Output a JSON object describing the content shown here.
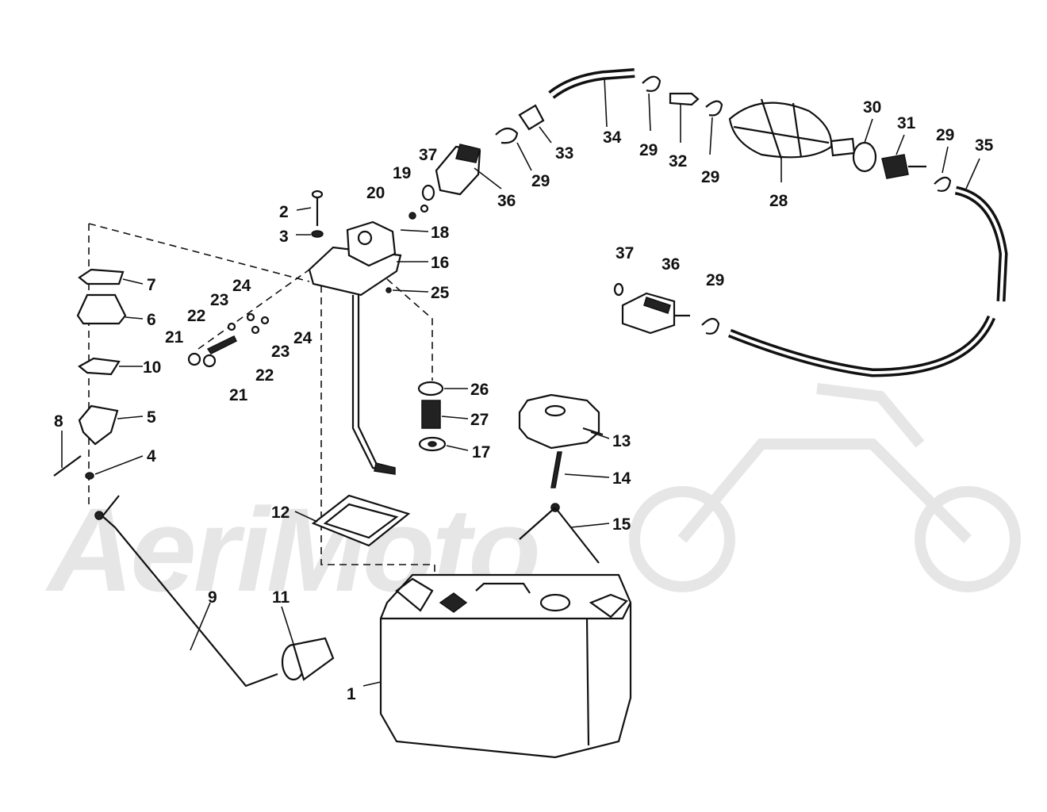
{
  "watermark": {
    "text": "AeriMoto"
  },
  "callouts": [
    {
      "num": "1"
    },
    {
      "num": "2"
    },
    {
      "num": "3"
    },
    {
      "num": "4"
    },
    {
      "num": "5"
    },
    {
      "num": "6"
    },
    {
      "num": "7"
    },
    {
      "num": "8"
    },
    {
      "num": "9"
    },
    {
      "num": "10"
    },
    {
      "num": "11"
    },
    {
      "num": "12"
    },
    {
      "num": "13"
    },
    {
      "num": "14"
    },
    {
      "num": "15"
    },
    {
      "num": "16"
    },
    {
      "num": "17"
    },
    {
      "num": "18"
    },
    {
      "num": "19"
    },
    {
      "num": "20"
    },
    {
      "num": "21"
    },
    {
      "num": "21"
    },
    {
      "num": "22"
    },
    {
      "num": "22"
    },
    {
      "num": "23"
    },
    {
      "num": "23"
    },
    {
      "num": "24"
    },
    {
      "num": "24"
    },
    {
      "num": "25"
    },
    {
      "num": "26"
    },
    {
      "num": "27"
    },
    {
      "num": "28"
    },
    {
      "num": "29"
    },
    {
      "num": "29"
    },
    {
      "num": "29"
    },
    {
      "num": "29"
    },
    {
      "num": "29"
    },
    {
      "num": "30"
    },
    {
      "num": "31"
    },
    {
      "num": "32"
    },
    {
      "num": "33"
    },
    {
      "num": "34"
    },
    {
      "num": "35"
    },
    {
      "num": "36"
    },
    {
      "num": "36"
    },
    {
      "num": "37"
    },
    {
      "num": "37"
    }
  ]
}
